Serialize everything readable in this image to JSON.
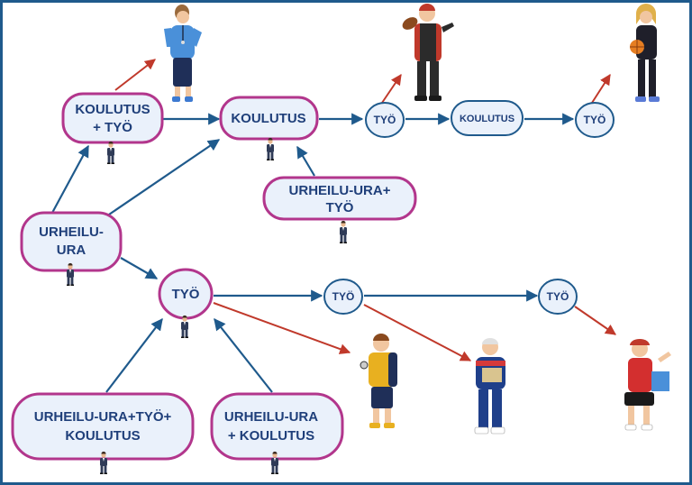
{
  "colors": {
    "frame": "#1f5a8c",
    "pink_border": "#b2368c",
    "blue_border": "#1f5a8c",
    "node_fill": "#eaf1fb",
    "text": "#1f3f7a",
    "blue_arrow": "#1f5a8c",
    "red_arrow": "#c0392b"
  },
  "nodes": {
    "koulutus_tyo": {
      "line1": "KOULUTUS",
      "line2": "+ TYÖ"
    },
    "koulutus_main": {
      "label": "KOULUTUS"
    },
    "tyo_top_1": {
      "label": "TYÖ"
    },
    "koulutus_small": {
      "label": "KOULUTUS"
    },
    "tyo_top_2": {
      "label": "TYÖ"
    },
    "urheilu_ura_tyo": {
      "line1": "URHEILU-URA+",
      "line2": "TYÖ"
    },
    "urheilu_ura": {
      "line1": "URHEILU-",
      "line2": "URA"
    },
    "tyo_mid": {
      "label": "TYÖ"
    },
    "tyo_mid_2": {
      "label": "TYÖ"
    },
    "tyo_mid_3": {
      "label": "TYÖ"
    },
    "urheilu_ura_tyo_koulutus": {
      "line1": "URHEILU-URA+TYÖ+",
      "line2": "KOULUTUS"
    },
    "urheilu_ura_koulutus": {
      "line1": "URHEILU-URA",
      "line2": "+ KOULUTUS"
    }
  },
  "icons": {
    "athlete": "athlete-person-icon",
    "coach": "coach-person-icon",
    "referee": "referee-person-icon"
  }
}
